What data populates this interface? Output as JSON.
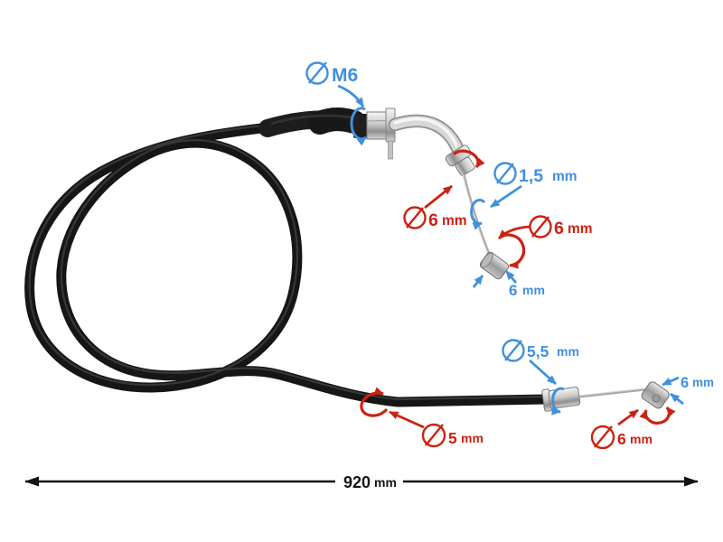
{
  "colors": {
    "annotation_blue": "#4090dd",
    "annotation_red": "#cc2211",
    "dimension_black": "#141414"
  },
  "callouts": {
    "thread": {
      "value": "M6",
      "unit": ""
    },
    "inner_wire": {
      "value": "1,5",
      "unit": "mm"
    },
    "elbow_ferrule": {
      "value": "6",
      "unit": "mm"
    },
    "upper_nipple_diameter": {
      "value": "6",
      "unit": "mm"
    },
    "upper_nipple_width": {
      "value": "6",
      "unit": "mm"
    },
    "lower_ferrule": {
      "value": "5,5",
      "unit": "mm"
    },
    "lower_nipple_width": {
      "value": "6",
      "unit": "mm"
    },
    "lower_nipple_diameter": {
      "value": "6",
      "unit": "mm"
    },
    "outer_cable": {
      "value": "5",
      "unit": "mm"
    },
    "total_length": {
      "value": "920",
      "unit": "mm"
    }
  }
}
